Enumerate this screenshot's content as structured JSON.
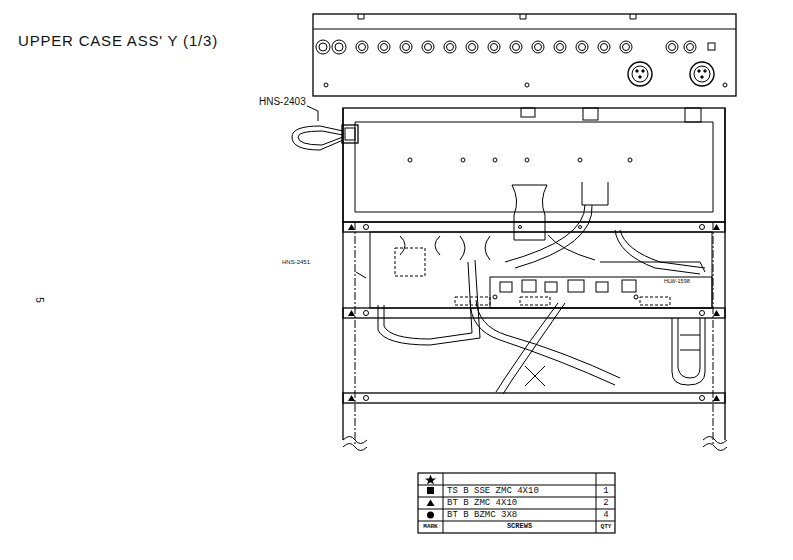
{
  "diagram": {
    "title": "UPPER CASE ASS' Y (1/3)",
    "labels": [
      "HNS-2403",
      "HNS-2451",
      "HLW-1598",
      "TS B SSE ZMC 4X10",
      "1",
      "BT B ZMC 4X10",
      "2",
      "BT B BZMC 3X8",
      "4",
      "MARK",
      "SCREWS",
      "QTY",
      "5"
    ]
  }
}
